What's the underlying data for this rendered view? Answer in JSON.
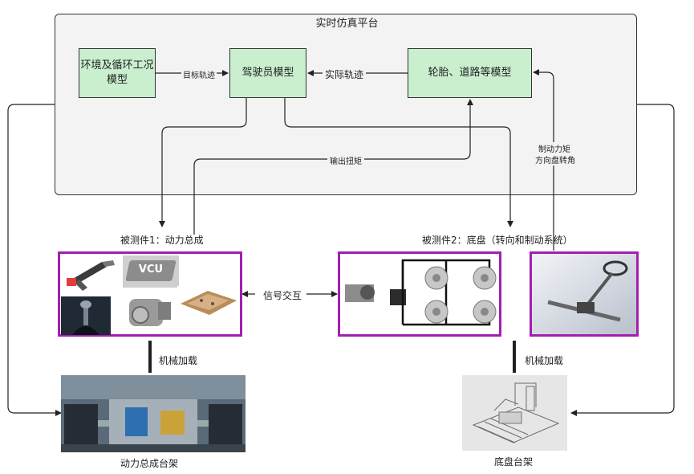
{
  "platform": {
    "title": "实时仿真平台"
  },
  "models": {
    "env": "环境及循环工况\n模型",
    "driver": "驾驶员模型",
    "tire": "轮胎、道路等模型"
  },
  "signals": {
    "target_track": "目标轨迹",
    "actual_track": "实际轨迹",
    "output_torque": "输出扭矩",
    "brake_torque": "制动力矩",
    "steer_angle": "方向盘转角",
    "signal_exchange": "信号交互"
  },
  "dut": {
    "powertrain": "被测件1：动力总成",
    "chassis": "被测件2：底盘（转向和制动系统）"
  },
  "powertrain_parts": {
    "vcu": "VCU"
  },
  "loading": {
    "left": "机械加载",
    "right": "机械加载"
  },
  "rigs": {
    "powertrain": "动力总成台架",
    "chassis": "底盘台架"
  },
  "colors": {
    "model_box": "#c9efcf",
    "dut_frame": "#a31fb0",
    "platform_bg": "#f3f3f3"
  }
}
